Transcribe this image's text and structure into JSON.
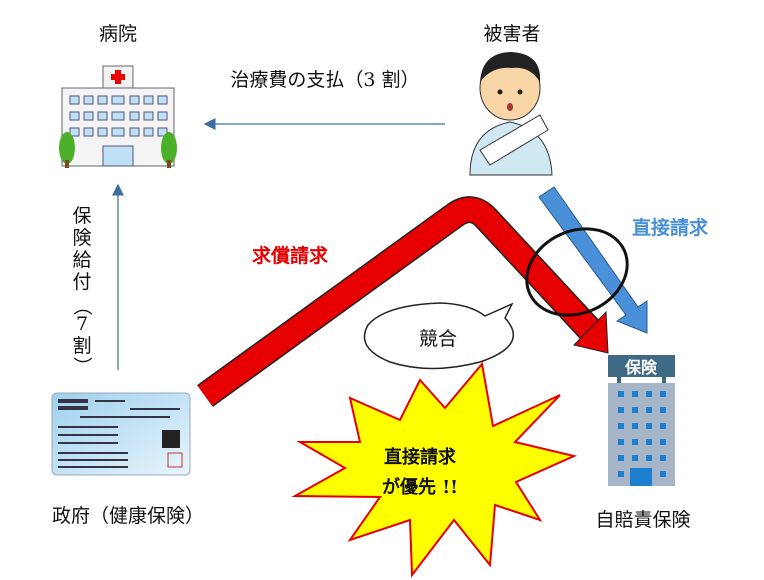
{
  "labels": {
    "hospital": "病院",
    "victim": "被害者",
    "government": "政府（健康保険）",
    "insurer": "自賠責保険",
    "insurer_sign": "保険",
    "treatment_payment": "治療費の支払（3 割）",
    "insurance_benefit": [
      "保",
      "険",
      "給",
      "付",
      "（",
      "7",
      "割",
      "）"
    ],
    "subrogation_claim": "求償請求",
    "direct_claim": "直接請求",
    "conflict": "競合",
    "priority_line1": "直接請求",
    "priority_line2": "が優先 !!"
  },
  "colors": {
    "red_arrow": "#e60000",
    "blue_arrow": "#4a90d9",
    "blue_text": "#4a8fd6",
    "star_fill": "#ffff00",
    "star_stroke": "#e60000",
    "connector": "#3a6fa0"
  }
}
